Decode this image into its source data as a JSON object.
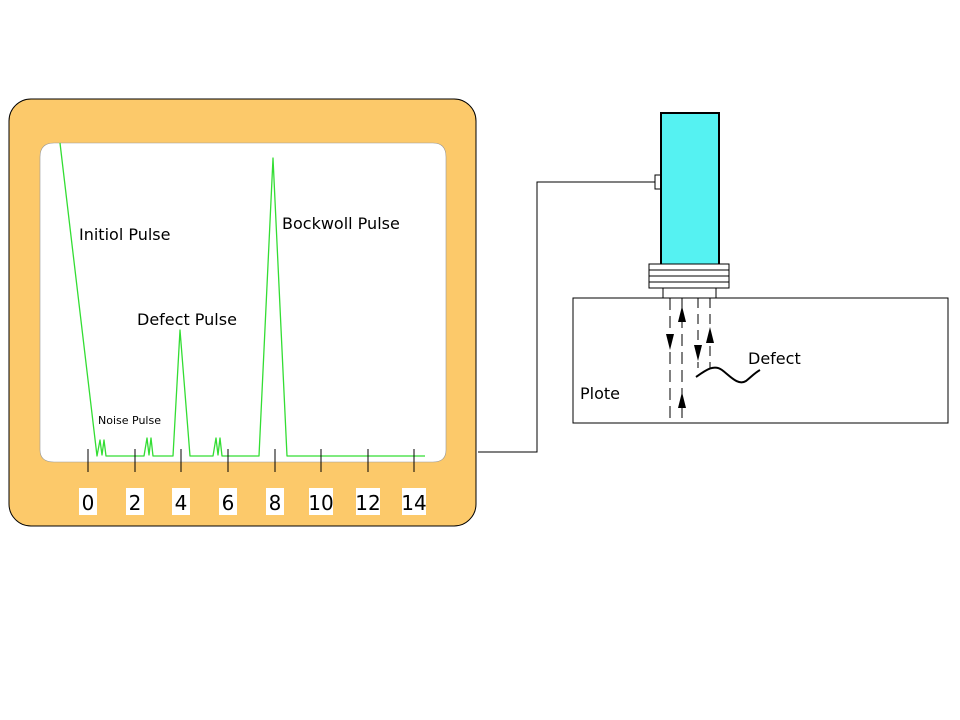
{
  "colors": {
    "monitor_frame": "#FCC96A",
    "screen": "#FFFFFF",
    "signal_trace": "#33DD33",
    "transducer_body": "#55F2F2",
    "outline": "#000000"
  },
  "monitor": {
    "labels": {
      "initial_pulse": "Initiol Pulse",
      "noise_pulse": "Noise Pulse",
      "defect_pulse": "Defect Pulse",
      "backwall_pulse": "Bockwoll Pulse"
    },
    "ticks": [
      "0",
      "2",
      "4",
      "6",
      "8",
      "10",
      "12",
      "14"
    ]
  },
  "specimen": {
    "plate_label": "Plote",
    "defect_label": "Defect"
  }
}
